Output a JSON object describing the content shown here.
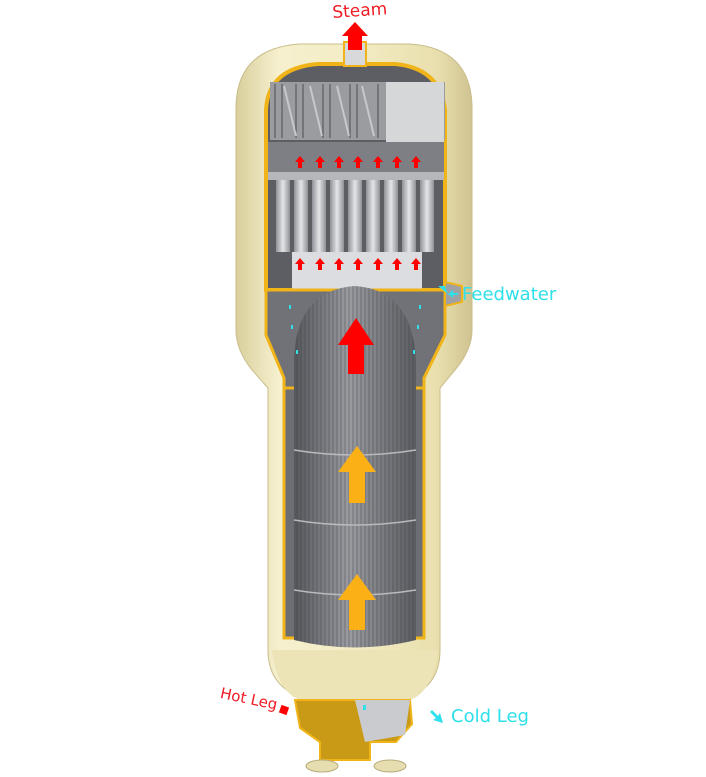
{
  "diagram": {
    "subject": "Steam generator cutaway",
    "labels": {
      "steam": "Steam",
      "feedwater": "Feedwater",
      "hot_leg": "Hot Leg",
      "cold_leg": "Cold Leg"
    },
    "colors": {
      "shell": "#f3ecc4",
      "shell_shade": "#ddd3a3",
      "cut_edge": "#f0b418",
      "internals": "#8d8f94",
      "tube_bundle": "#6b6d72",
      "steam_arrow": "#ff0000",
      "primary_flow_arrow": "#fbb116",
      "feedwater_flow": "#2ee0ea"
    },
    "flow_arrows": {
      "separator_row_1_count": 7,
      "separator_row_2_count": 7,
      "tube_bundle_top": "red",
      "tube_bundle_lower": [
        "orange",
        "orange"
      ]
    }
  }
}
